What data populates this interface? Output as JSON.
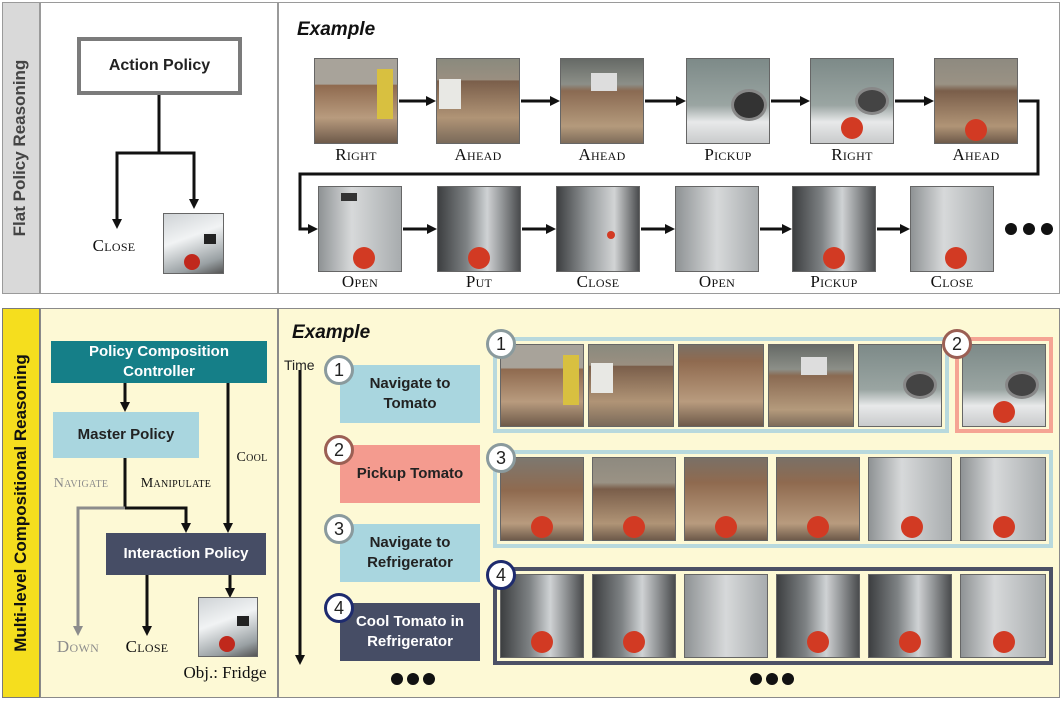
{
  "flat": {
    "side_label": "Flat Policy Reasoning",
    "policy_box": "Action Policy",
    "close_label": "Close",
    "example_label": "Example",
    "row1_actions": [
      "Right",
      "Ahead",
      "Ahead",
      "Pickup",
      "Right",
      "Ahead"
    ],
    "row2_actions": [
      "Open",
      "Put",
      "Close",
      "Open",
      "Pickup",
      "Close"
    ]
  },
  "multi": {
    "side_label": "Multi-level Compositional Reasoning",
    "controller_box": "Policy Composition Controller",
    "master_box": "Master Policy",
    "interaction_box": "Interaction Policy",
    "navigate_label": "Navigate",
    "manipulate_label": "Manipulate",
    "cool_label": "Cool",
    "down_label": "Down",
    "close_label": "Close",
    "object_label": "Obj.: Fridge",
    "example_label": "Example",
    "time_label": "Time",
    "subgoals": [
      {
        "num": "1",
        "text": "Navigate to Tomato"
      },
      {
        "num": "2",
        "text": "Pickup Tomato"
      },
      {
        "num": "3",
        "text": "Navigate to Refrigerator"
      },
      {
        "num": "4",
        "text": "Cool Tomato in Refrigerator"
      }
    ],
    "strip_numbers": [
      "1",
      "2",
      "3",
      "4"
    ]
  },
  "colors": {
    "teal": "#157f88",
    "light_blue": "#a9d6df",
    "salmon": "#f49b8f",
    "navy_slate": "#464d65",
    "cream": "#fdf9d5",
    "yellow_side": "#f5de1e",
    "grey_side": "#d9d9d9",
    "strip_blue_border": "#b8d9dd",
    "strip_red_border": "#f5a494",
    "strip_dark_border": "#4c5166"
  }
}
